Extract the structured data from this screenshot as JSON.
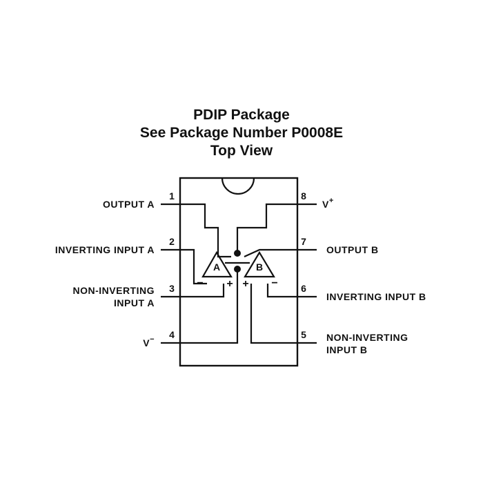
{
  "title": {
    "line1": "PDIP Package",
    "line2": "See Package Number P0008E",
    "line3": "Top View"
  },
  "pins": [
    {
      "number": "1",
      "label": "OUTPUT A"
    },
    {
      "number": "2",
      "label": "INVERTING INPUT A"
    },
    {
      "number": "3",
      "label_line1": "NON-INVERTING",
      "label_line2": "INPUT A"
    },
    {
      "number": "4",
      "label": "V",
      "sup": "−"
    },
    {
      "number": "5",
      "label_line1": "NON-INVERTING",
      "label_line2": "INPUT B"
    },
    {
      "number": "6",
      "label": "INVERTING INPUT B"
    },
    {
      "number": "7",
      "label": "OUTPUT B"
    },
    {
      "number": "8",
      "label": "V",
      "sup": "+"
    }
  ],
  "amplifiers": [
    {
      "name": "A",
      "minus": "−",
      "plus": "+"
    },
    {
      "name": "B",
      "minus": "−",
      "plus": "+"
    }
  ],
  "colors": {
    "ink": "#111111",
    "background": "#ffffff"
  }
}
